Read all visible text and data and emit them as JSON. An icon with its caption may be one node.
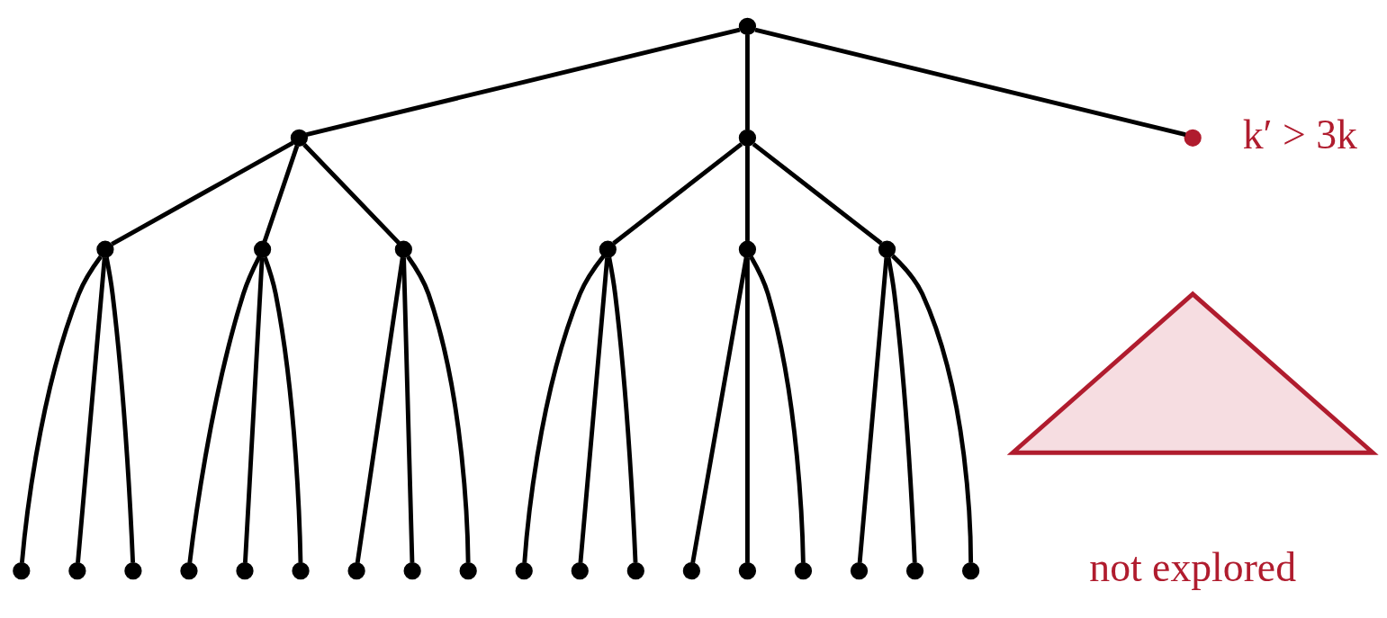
{
  "diagram": {
    "nodes": [
      {
        "text": [],
        "shape": "circle"
      },
      {
        "text": [],
        "shape": "circle"
      },
      {
        "text": [],
        "shape": "circle"
      },
      {
        "text": [],
        "shape": "circle",
        "beside": [
          "k′ > 3k"
        ]
      },
      {
        "text": [],
        "shape": "circle"
      },
      {
        "text": [],
        "shape": "circle"
      },
      {
        "text": [],
        "shape": "circle"
      },
      {
        "text": [],
        "shape": "circle"
      },
      {
        "text": [],
        "shape": "circle"
      },
      {
        "text": [],
        "shape": "circle"
      },
      {
        "text": [],
        "shape": "triangle",
        "beside": [
          "not explored"
        ]
      },
      {
        "text": [],
        "shape": "circle"
      },
      {
        "text": [],
        "shape": "circle"
      },
      {
        "text": [],
        "shape": "circle"
      },
      {
        "text": [],
        "shape": "circle"
      },
      {
        "text": [],
        "shape": "circle"
      },
      {
        "text": [],
        "shape": "circle"
      },
      {
        "text": [],
        "shape": "circle"
      },
      {
        "text": [],
        "shape": "circle"
      },
      {
        "text": [],
        "shape": "circle"
      },
      {
        "text": [],
        "shape": "circle"
      },
      {
        "text": [],
        "shape": "circle"
      },
      {
        "text": [],
        "shape": "circle"
      },
      {
        "text": [],
        "shape": "circle"
      },
      {
        "text": [],
        "shape": "circle"
      },
      {
        "text": [],
        "shape": "circle"
      },
      {
        "text": [],
        "shape": "circle"
      },
      {
        "text": [],
        "shape": "circle"
      },
      {
        "text": [],
        "shape": "circle"
      }
    ],
    "edges": [
      {
        "from": 0,
        "to": 1,
        "arrow": "none"
      },
      {
        "from": 0,
        "to": 2,
        "arrow": "none"
      },
      {
        "from": 0,
        "to": 3,
        "arrow": "none"
      },
      {
        "from": 1,
        "to": 4,
        "arrow": "none"
      },
      {
        "from": 1,
        "to": 5,
        "arrow": "none"
      },
      {
        "from": 1,
        "to": 6,
        "arrow": "none"
      },
      {
        "from": 2,
        "to": 7,
        "arrow": "none"
      },
      {
        "from": 2,
        "to": 8,
        "arrow": "none"
      },
      {
        "from": 2,
        "to": 9,
        "arrow": "none"
      },
      {
        "from": 4,
        "to": 11,
        "arrow": "none"
      },
      {
        "from": 4,
        "to": 12,
        "arrow": "none"
      },
      {
        "from": 4,
        "to": 13,
        "arrow": "none"
      },
      {
        "from": 5,
        "to": 14,
        "arrow": "none"
      },
      {
        "from": 5,
        "to": 15,
        "arrow": "none"
      },
      {
        "from": 5,
        "to": 16,
        "arrow": "none"
      },
      {
        "from": 6,
        "to": 17,
        "arrow": "none"
      },
      {
        "from": 6,
        "to": 18,
        "arrow": "none"
      },
      {
        "from": 6,
        "to": 19,
        "arrow": "none"
      },
      {
        "from": 7,
        "to": 20,
        "arrow": "none"
      },
      {
        "from": 7,
        "to": 21,
        "arrow": "none"
      },
      {
        "from": 7,
        "to": 22,
        "arrow": "none"
      },
      {
        "from": 8,
        "to": 23,
        "arrow": "none"
      },
      {
        "from": 8,
        "to": 24,
        "arrow": "none"
      },
      {
        "from": 8,
        "to": 25,
        "arrow": "none"
      },
      {
        "from": 9,
        "to": 26,
        "arrow": "none"
      },
      {
        "from": 9,
        "to": 27,
        "arrow": "none"
      },
      {
        "from": 9,
        "to": 28,
        "arrow": "none"
      }
    ]
  }
}
